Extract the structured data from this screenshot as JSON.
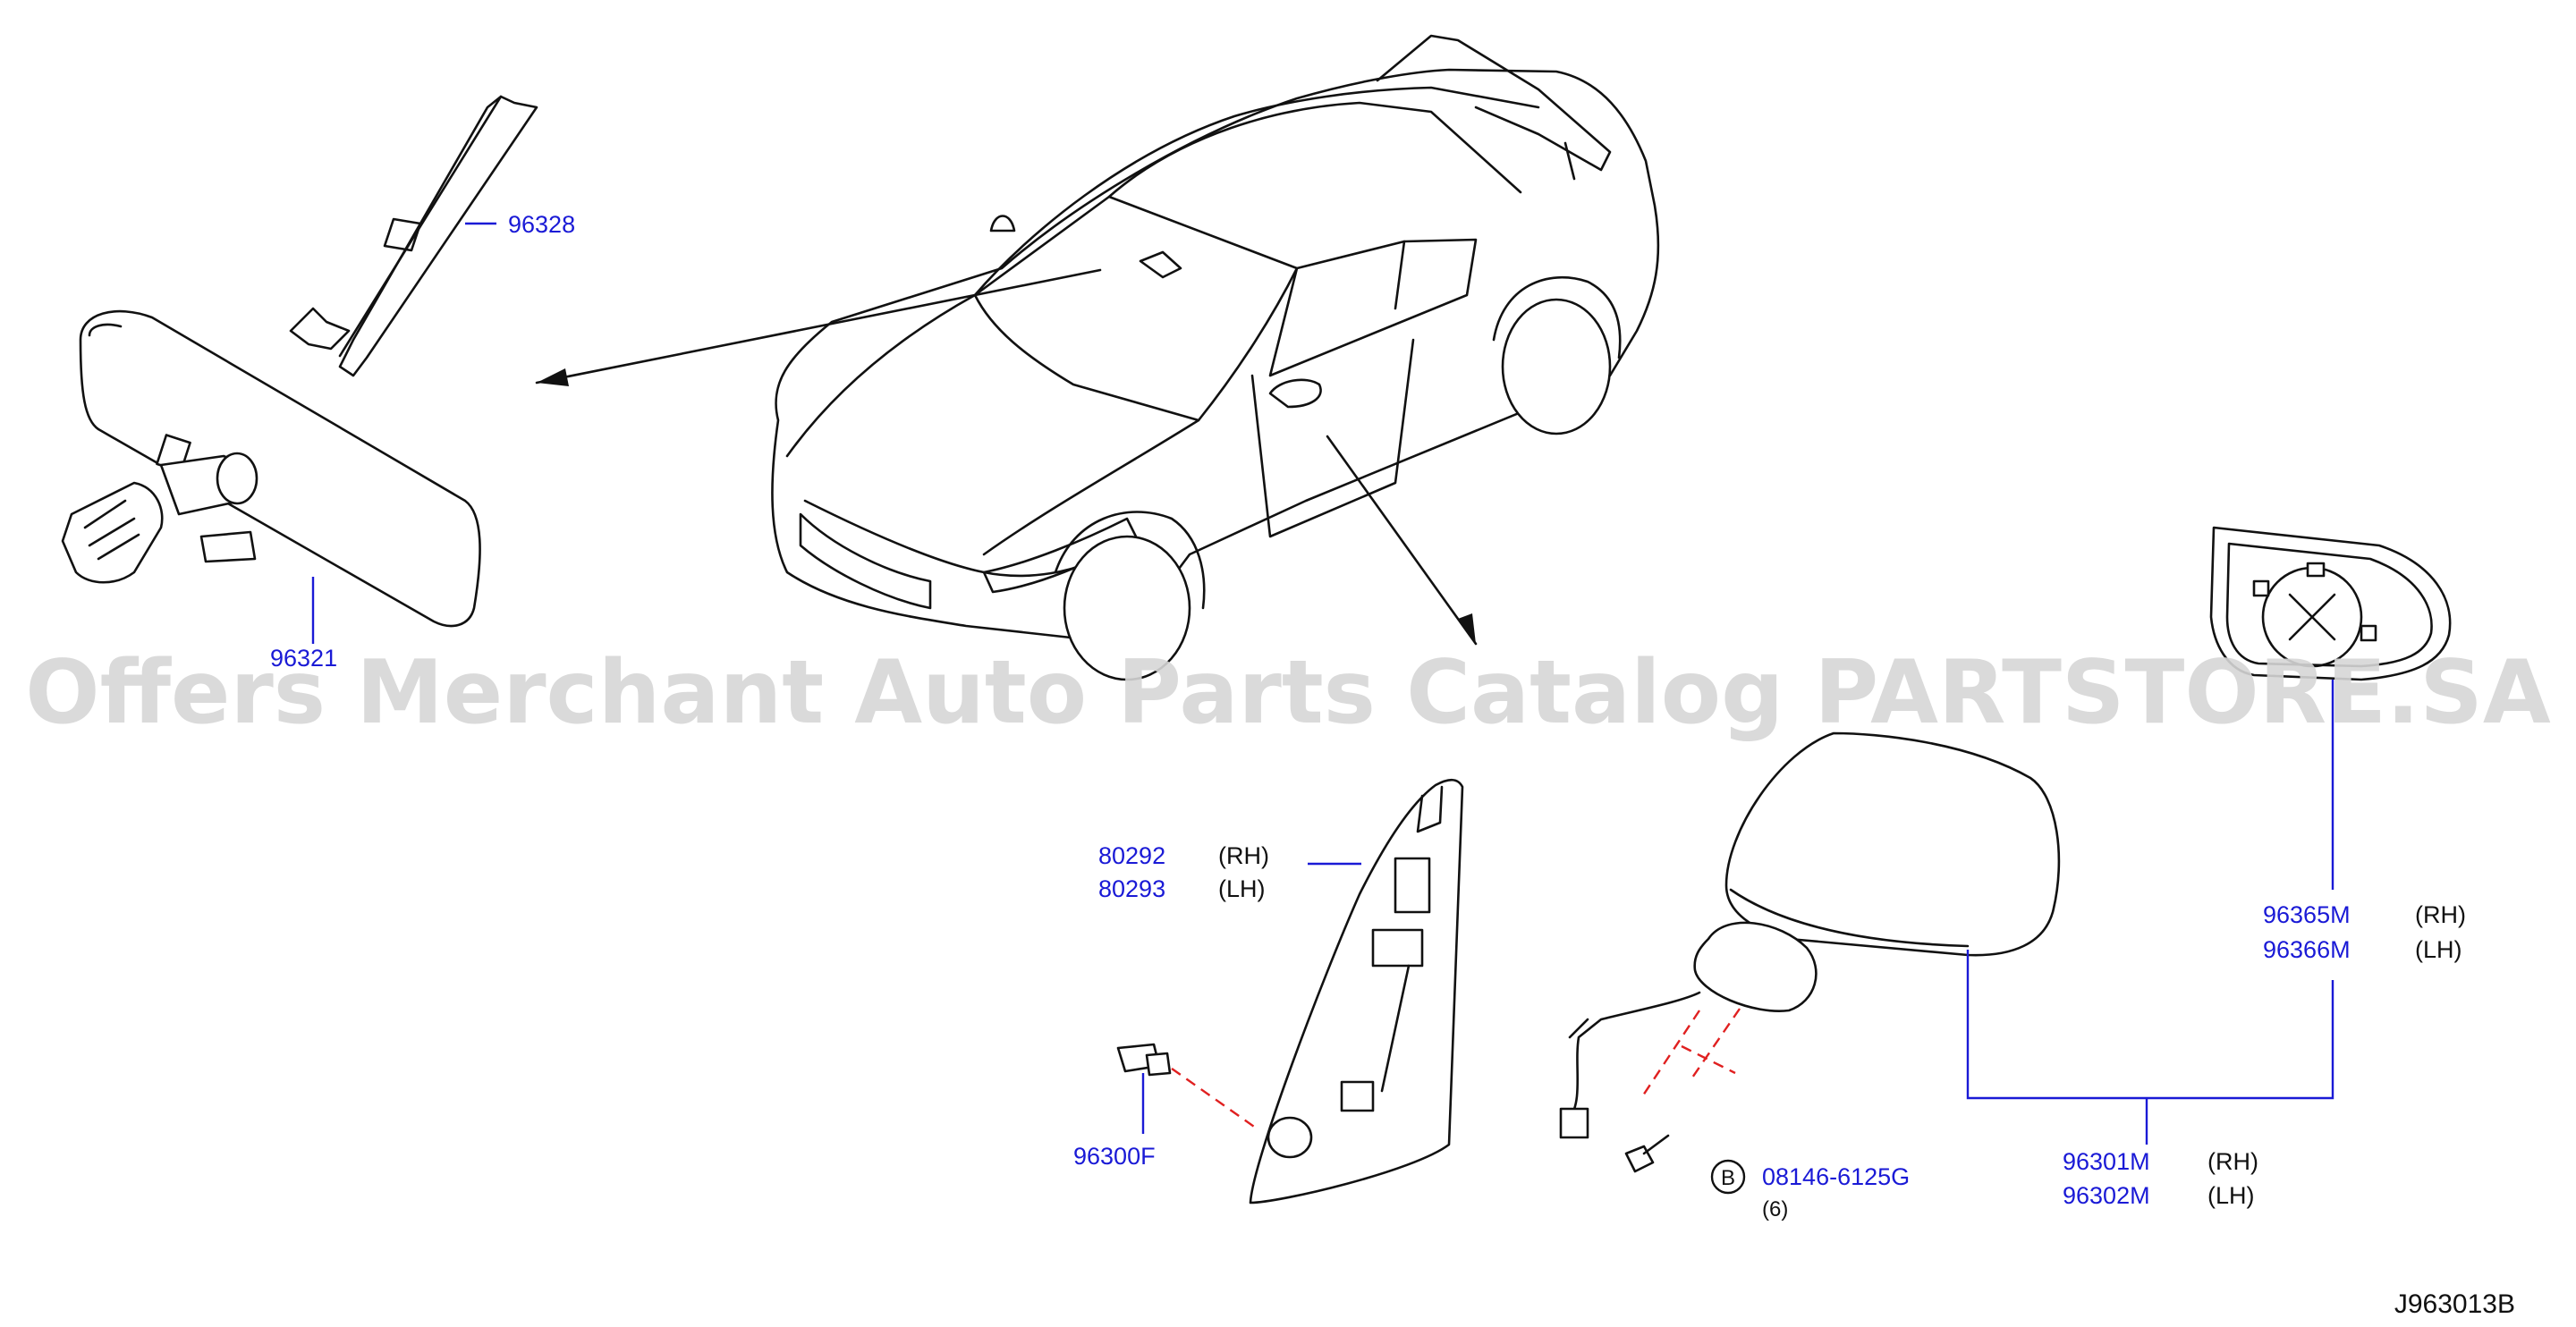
{
  "watermark": "Offers Merchant Auto Parts Catalog PARTSTORE.SA",
  "diagram_code": "J963013B",
  "parts": {
    "p96328": "96328",
    "p96321": "96321",
    "p80292": "80292",
    "p80292_side": "(RH)",
    "p80293": "80293",
    "p80293_side": "(LH)",
    "p96300F": "96300F",
    "p96365M": "96365M",
    "p96365M_side": "(RH)",
    "p96366M": "96366M",
    "p96366M_side": "(LH)",
    "p96301M": "96301M",
    "p96301M_side": "(RH)",
    "p96302M": "96302M",
    "p96302M_side": "(LH)",
    "bolt_ref": "B",
    "bolt_pn": "08146-6125G",
    "bolt_qty": "(6)"
  },
  "colors": {
    "part_number": "#1a1ad6",
    "line": "#111111",
    "dashed_leader": "#e02020",
    "watermark": "#d6d6d6"
  }
}
